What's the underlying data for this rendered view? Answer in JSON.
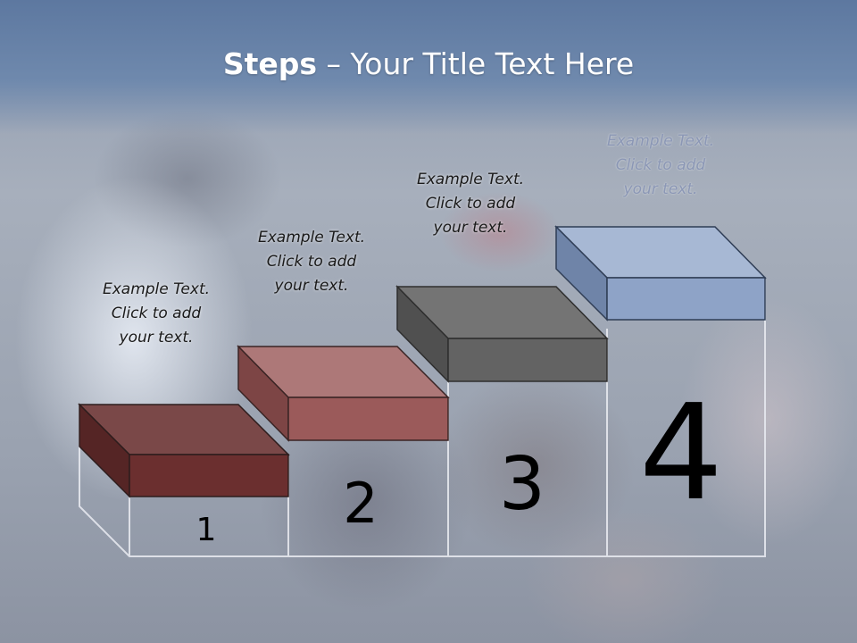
{
  "title": {
    "bold": "Steps",
    "rest": " – Your Title Text Here"
  },
  "steps": [
    {
      "number": "1",
      "lines": [
        "Example Text.",
        "Click  to add",
        "your text."
      ],
      "colors": {
        "top": "#7a4848",
        "front": "#6b2f2f",
        "side": "#552525"
      }
    },
    {
      "number": "2",
      "lines": [
        "Example Text.",
        "Click  to add",
        "your text."
      ],
      "colors": {
        "top": "#ad7878",
        "front": "#9b5a5a",
        "side": "#7d4545"
      }
    },
    {
      "number": "3",
      "lines": [
        "Example Text.",
        "Click  to add",
        "your text."
      ],
      "colors": {
        "top": "#747474",
        "front": "#636363",
        "side": "#505050"
      }
    },
    {
      "number": "4",
      "lines": [
        "Example Text.",
        "Click  to add",
        "your text."
      ],
      "colors": {
        "top": "#a7b8d4",
        "front": "#8ea3c7",
        "side": "#6f84a8"
      }
    }
  ]
}
